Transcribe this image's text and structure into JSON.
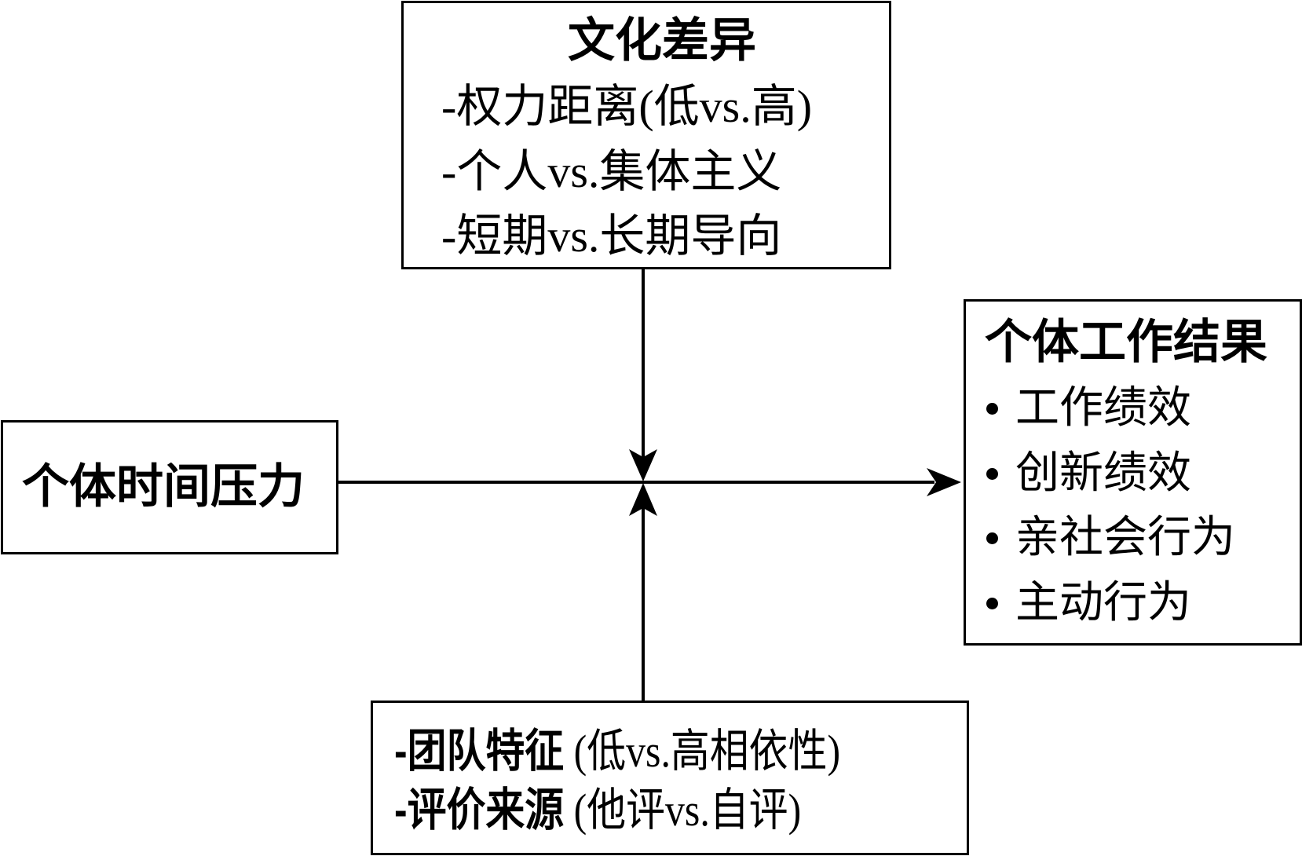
{
  "diagram": {
    "culture_box": {
      "title": "文化差异",
      "items": [
        "-权力距离(低vs.高)",
        "-个人vs.集体主义",
        "-短期vs.长期导向"
      ]
    },
    "pressure_box": {
      "title": "个体时间压力"
    },
    "outcomes_box": {
      "title": "个体工作结果",
      "items": [
        "工作绩效",
        "创新绩效",
        "亲社会行为",
        "主动行为"
      ]
    },
    "moderators_box": {
      "items": [
        {
          "label": "-团队特征",
          "detail": " (低vs.高相依性)"
        },
        {
          "label": "-评价来源",
          "detail": " (他评vs.自评)"
        }
      ]
    },
    "connectors": [
      {
        "from": "pressure_box",
        "to": "outcomes_box",
        "type": "arrow"
      },
      {
        "from": "culture_box",
        "to": "pressure_to_outcomes_path",
        "type": "moderating-arrow"
      },
      {
        "from": "moderators_box",
        "to": "pressure_to_outcomes_path",
        "type": "moderating-arrow"
      }
    ],
    "colors": {
      "stroke": "#000000",
      "background": "#ffffff"
    }
  }
}
